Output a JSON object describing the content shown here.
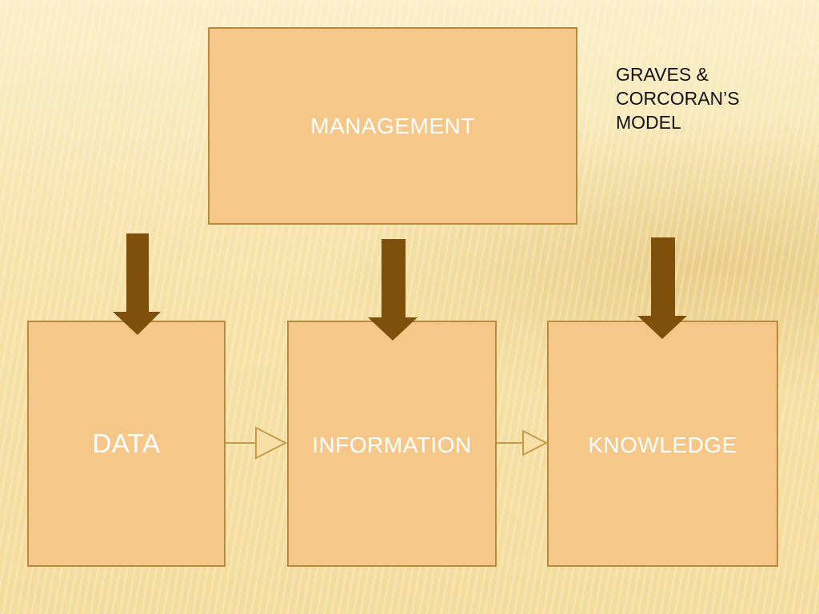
{
  "diagram": {
    "title": "GRAVES &\nCORCORAN’S\nMODEL",
    "nodes": {
      "management": "MANAGEMENT",
      "data": "DATA",
      "information": "INFORMATION",
      "knowledge": "KNOWLEDGE"
    },
    "colors": {
      "box_fill": "#f5c88a",
      "box_border": "#b98a3e",
      "arrow_brown": "#7f4f0c",
      "connector": "#c79a4a",
      "text": "#ffffff"
    }
  }
}
